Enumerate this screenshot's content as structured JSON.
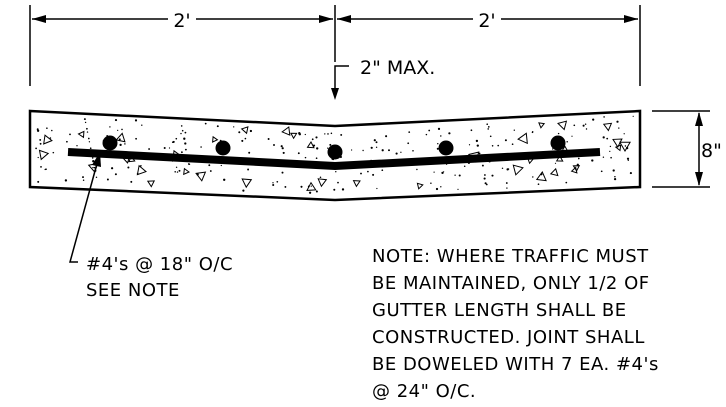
{
  "dimensions": {
    "left_width": "2'",
    "right_width": "2'",
    "depression": "2\" MAX.",
    "thickness": "8\""
  },
  "rebar_callout": {
    "line1": "#4's @ 18\" O/C",
    "line2": "SEE NOTE"
  },
  "note": {
    "lines": [
      "NOTE: WHERE TRAFFIC MUST",
      "BE MAINTAINED, ONLY 1/2 OF",
      "GUTTER LENGTH SHALL BE",
      "CONSTRUCTED. JOINT SHALL",
      "BE DOWELED WITH 7 EA. #4's",
      "@ 24\" O/C."
    ]
  },
  "rebar_count_shown": 5
}
